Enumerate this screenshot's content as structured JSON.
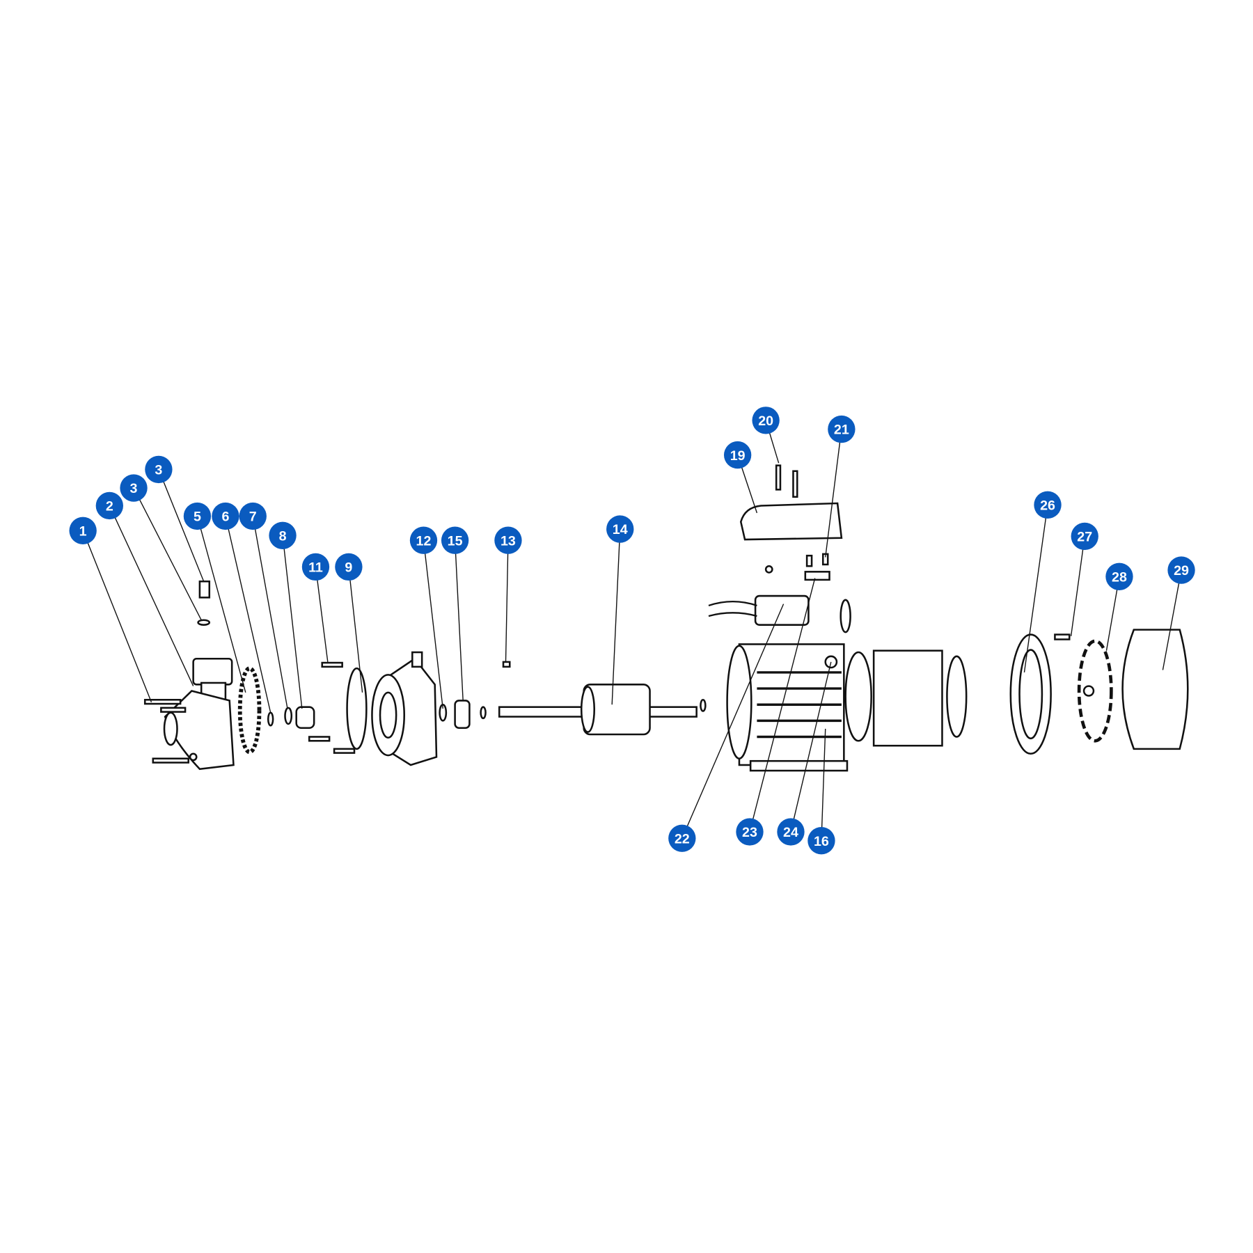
{
  "diagram": {
    "type": "exploded-parts-view",
    "badge_color": "#0a5bbf",
    "callouts": [
      {
        "id": "c1",
        "label": "1"
      },
      {
        "id": "c2",
        "label": "2"
      },
      {
        "id": "c3a",
        "label": "3"
      },
      {
        "id": "c3b",
        "label": "3"
      },
      {
        "id": "c5",
        "label": "5"
      },
      {
        "id": "c6",
        "label": "6"
      },
      {
        "id": "c7",
        "label": "7"
      },
      {
        "id": "c8",
        "label": "8"
      },
      {
        "id": "c11",
        "label": "11"
      },
      {
        "id": "c9",
        "label": "9"
      },
      {
        "id": "c12",
        "label": "12"
      },
      {
        "id": "c15",
        "label": "15"
      },
      {
        "id": "c13",
        "label": "13"
      },
      {
        "id": "c14",
        "label": "14"
      },
      {
        "id": "c20",
        "label": "20"
      },
      {
        "id": "c19",
        "label": "19"
      },
      {
        "id": "c21",
        "label": "21"
      },
      {
        "id": "c26",
        "label": "26"
      },
      {
        "id": "c27",
        "label": "27"
      },
      {
        "id": "c28",
        "label": "28"
      },
      {
        "id": "c29",
        "label": "29"
      },
      {
        "id": "c22",
        "label": "22"
      },
      {
        "id": "c23",
        "label": "23"
      },
      {
        "id": "c24",
        "label": "24"
      },
      {
        "id": "c16",
        "label": "16"
      }
    ]
  }
}
